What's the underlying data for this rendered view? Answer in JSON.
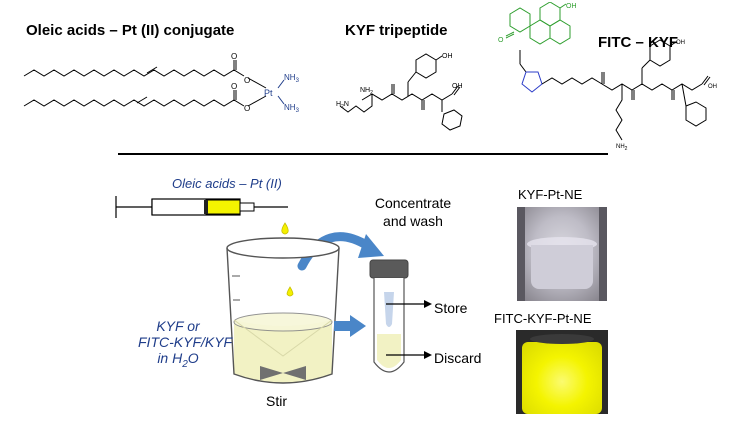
{
  "titles": {
    "oleic": "Oleic acids – Pt (II) conjugate",
    "kyf": "KYF tripeptide",
    "fitc": "FITC – KYF"
  },
  "chem": {
    "nh3": "NH",
    "nh3_sub": "3",
    "pt": "Pt",
    "o": "O",
    "oh": "OH",
    "nh2": "NH",
    "nh2_sub": "2",
    "h2n": "H",
    "h2n_sub": "2",
    "h2n_n": "N",
    "nh": "NH",
    "n": "N",
    "h": "H",
    "nh_label": "N"
  },
  "process": {
    "syringe_label": "Oleic acids – Pt (II)",
    "concentrate": "Concentrate",
    "wash": "and wash",
    "store": "Store",
    "discard": "Discard",
    "beaker_line1": "KYF or",
    "beaker_line2": "FITC-KYF/KYF",
    "beaker_line3_pre": "in H",
    "beaker_line3_sub": "2",
    "beaker_line3_post": "O",
    "stir": "Stir",
    "photo1_label": "KYF-Pt-NE",
    "photo2_label": "FITC-KYF-Pt-NE"
  },
  "colors": {
    "blue_label": "#1f3d8a",
    "fitc_green": "#2e9e2e",
    "triazole_blue": "#2b3cc8",
    "solution_yellow": "#f2f2c4",
    "arrow_blue": "#4a86c8",
    "fluorescent_yellow": "#f4f400"
  }
}
